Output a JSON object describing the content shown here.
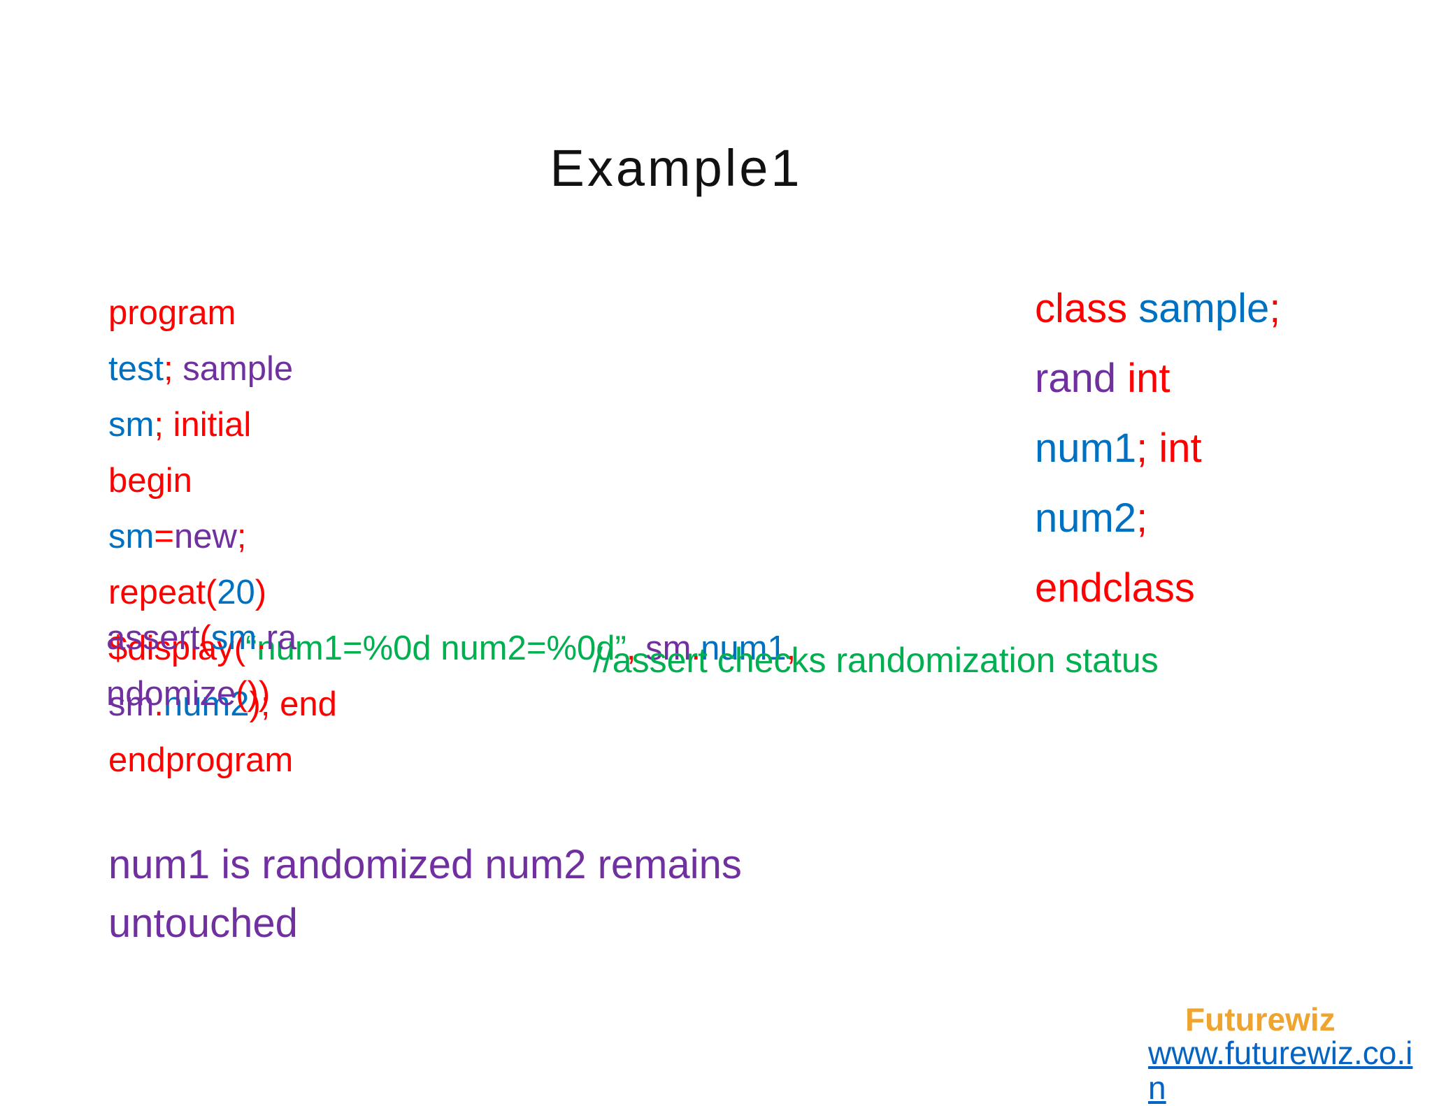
{
  "slide": {
    "title": "Example1",
    "colors": {
      "red": "#FF0000",
      "blue": "#0070C0",
      "purple": "#7030A0",
      "green": "#00AF50",
      "title_black": "#111111",
      "brand_orange": "#EFA42F",
      "link_blue": "#0563C1"
    },
    "left_code": {
      "lines": [
        [
          {
            "c": "red",
            "t": "program"
          }
        ],
        [
          {
            "c": "blue",
            "t": "test"
          },
          {
            "c": "red",
            "t": "; "
          },
          {
            "c": "purple",
            "t": "sample"
          }
        ],
        [
          {
            "c": "blue",
            "t": "sm"
          },
          {
            "c": "red",
            "t": "; initial"
          }
        ],
        [
          {
            "c": "red",
            "t": "begin"
          }
        ],
        [
          {
            "c": "blue",
            "t": "sm"
          },
          {
            "c": "red",
            "t": "="
          },
          {
            "c": "purple",
            "t": "new"
          },
          {
            "c": "red",
            "t": ";"
          }
        ],
        [
          {
            "c": "red",
            "t": "repeat("
          },
          {
            "c": "blue",
            "t": "20"
          },
          {
            "c": "red",
            "t": ")"
          }
        ],
        [
          {
            "c": "red",
            "t": "$display("
          },
          {
            "c": "green",
            "t": "“num1=%0d num2=%0d”"
          },
          {
            "c": "red",
            "t": ", "
          },
          {
            "c": "purple",
            "t": "sm"
          },
          {
            "c": "red",
            "t": "."
          },
          {
            "c": "blue",
            "t": "num1"
          },
          {
            "c": "red",
            "t": ","
          }
        ],
        [
          {
            "c": "purple",
            "t": "sm"
          },
          {
            "c": "red",
            "t": "."
          },
          {
            "c": "blue",
            "t": "num2"
          },
          {
            "c": "red",
            "t": "); end"
          }
        ],
        [
          {
            "c": "red",
            "t": "endprogram"
          }
        ]
      ]
    },
    "assert_overlay": {
      "lines": [
        [
          {
            "c": "purple",
            "t": "assert"
          },
          {
            "c": "red",
            "t": "("
          },
          {
            "c": "blue",
            "t": "sm"
          },
          {
            "c": "red",
            "t": "."
          },
          {
            "c": "purple",
            "t": "ra"
          }
        ],
        [
          {
            "c": "purple",
            "t": "ndomize"
          },
          {
            "c": "red",
            "t": "())"
          }
        ]
      ]
    },
    "right_code": {
      "lines": [
        [
          {
            "c": "red",
            "t": "class "
          },
          {
            "c": "blue",
            "t": "sample"
          },
          {
            "c": "red",
            "t": ";"
          }
        ],
        [
          {
            "c": "purple",
            "t": "rand "
          },
          {
            "c": "red",
            "t": "int"
          }
        ],
        [
          {
            "c": "blue",
            "t": "num1"
          },
          {
            "c": "red",
            "t": "; int"
          }
        ],
        [
          {
            "c": "blue",
            "t": "num2"
          },
          {
            "c": "red",
            "t": ";"
          }
        ],
        [
          {
            "c": "red",
            "t": "endclass"
          }
        ]
      ]
    },
    "comment": "//assert checks randomization status",
    "note": {
      "lines": [
        "num1 is randomized num2 remains",
        "untouched"
      ]
    },
    "footer": {
      "brand": "Futurewiz",
      "link_lines": [
        "www.futurewiz.co.i",
        "n"
      ]
    }
  }
}
